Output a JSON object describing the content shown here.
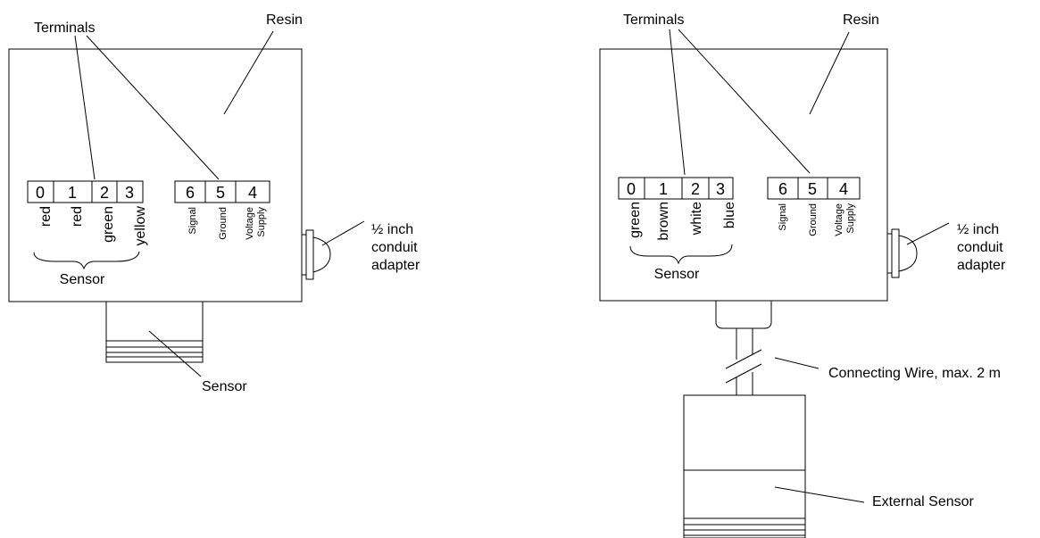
{
  "left": {
    "terminals_label": "Terminals",
    "resin_label": "Resin",
    "sensor_terminals": [
      "0",
      "1",
      "2",
      "3"
    ],
    "wire_colors": [
      "red",
      "red",
      "green",
      "yellow"
    ],
    "bracket_label": "Sensor",
    "power_terminals": [
      "6",
      "5",
      "4"
    ],
    "power_labels": {
      "signal": "Signal",
      "ground": "Ground",
      "voltage1": "Voltage",
      "voltage2": "Supply"
    },
    "conduit": {
      "line1": "½ inch",
      "line2": "conduit",
      "line3": "adapter"
    },
    "sensor_label": "Sensor"
  },
  "right": {
    "terminals_label": "Terminals",
    "resin_label": "Resin",
    "sensor_terminals": [
      "0",
      "1",
      "2",
      "3"
    ],
    "wire_colors": [
      "green",
      "brown",
      "white",
      "blue"
    ],
    "bracket_label": "Sensor",
    "power_terminals": [
      "6",
      "5",
      "4"
    ],
    "power_labels": {
      "signal": "Signal",
      "ground": "Ground",
      "voltage1": "Voltage",
      "voltage2": "Supply"
    },
    "conduit": {
      "line1": "½ inch",
      "line2": "conduit",
      "line3": "adapter"
    },
    "connecting_wire_label": "Connecting Wire, max. 2 m",
    "external_sensor_label": "External Sensor"
  }
}
